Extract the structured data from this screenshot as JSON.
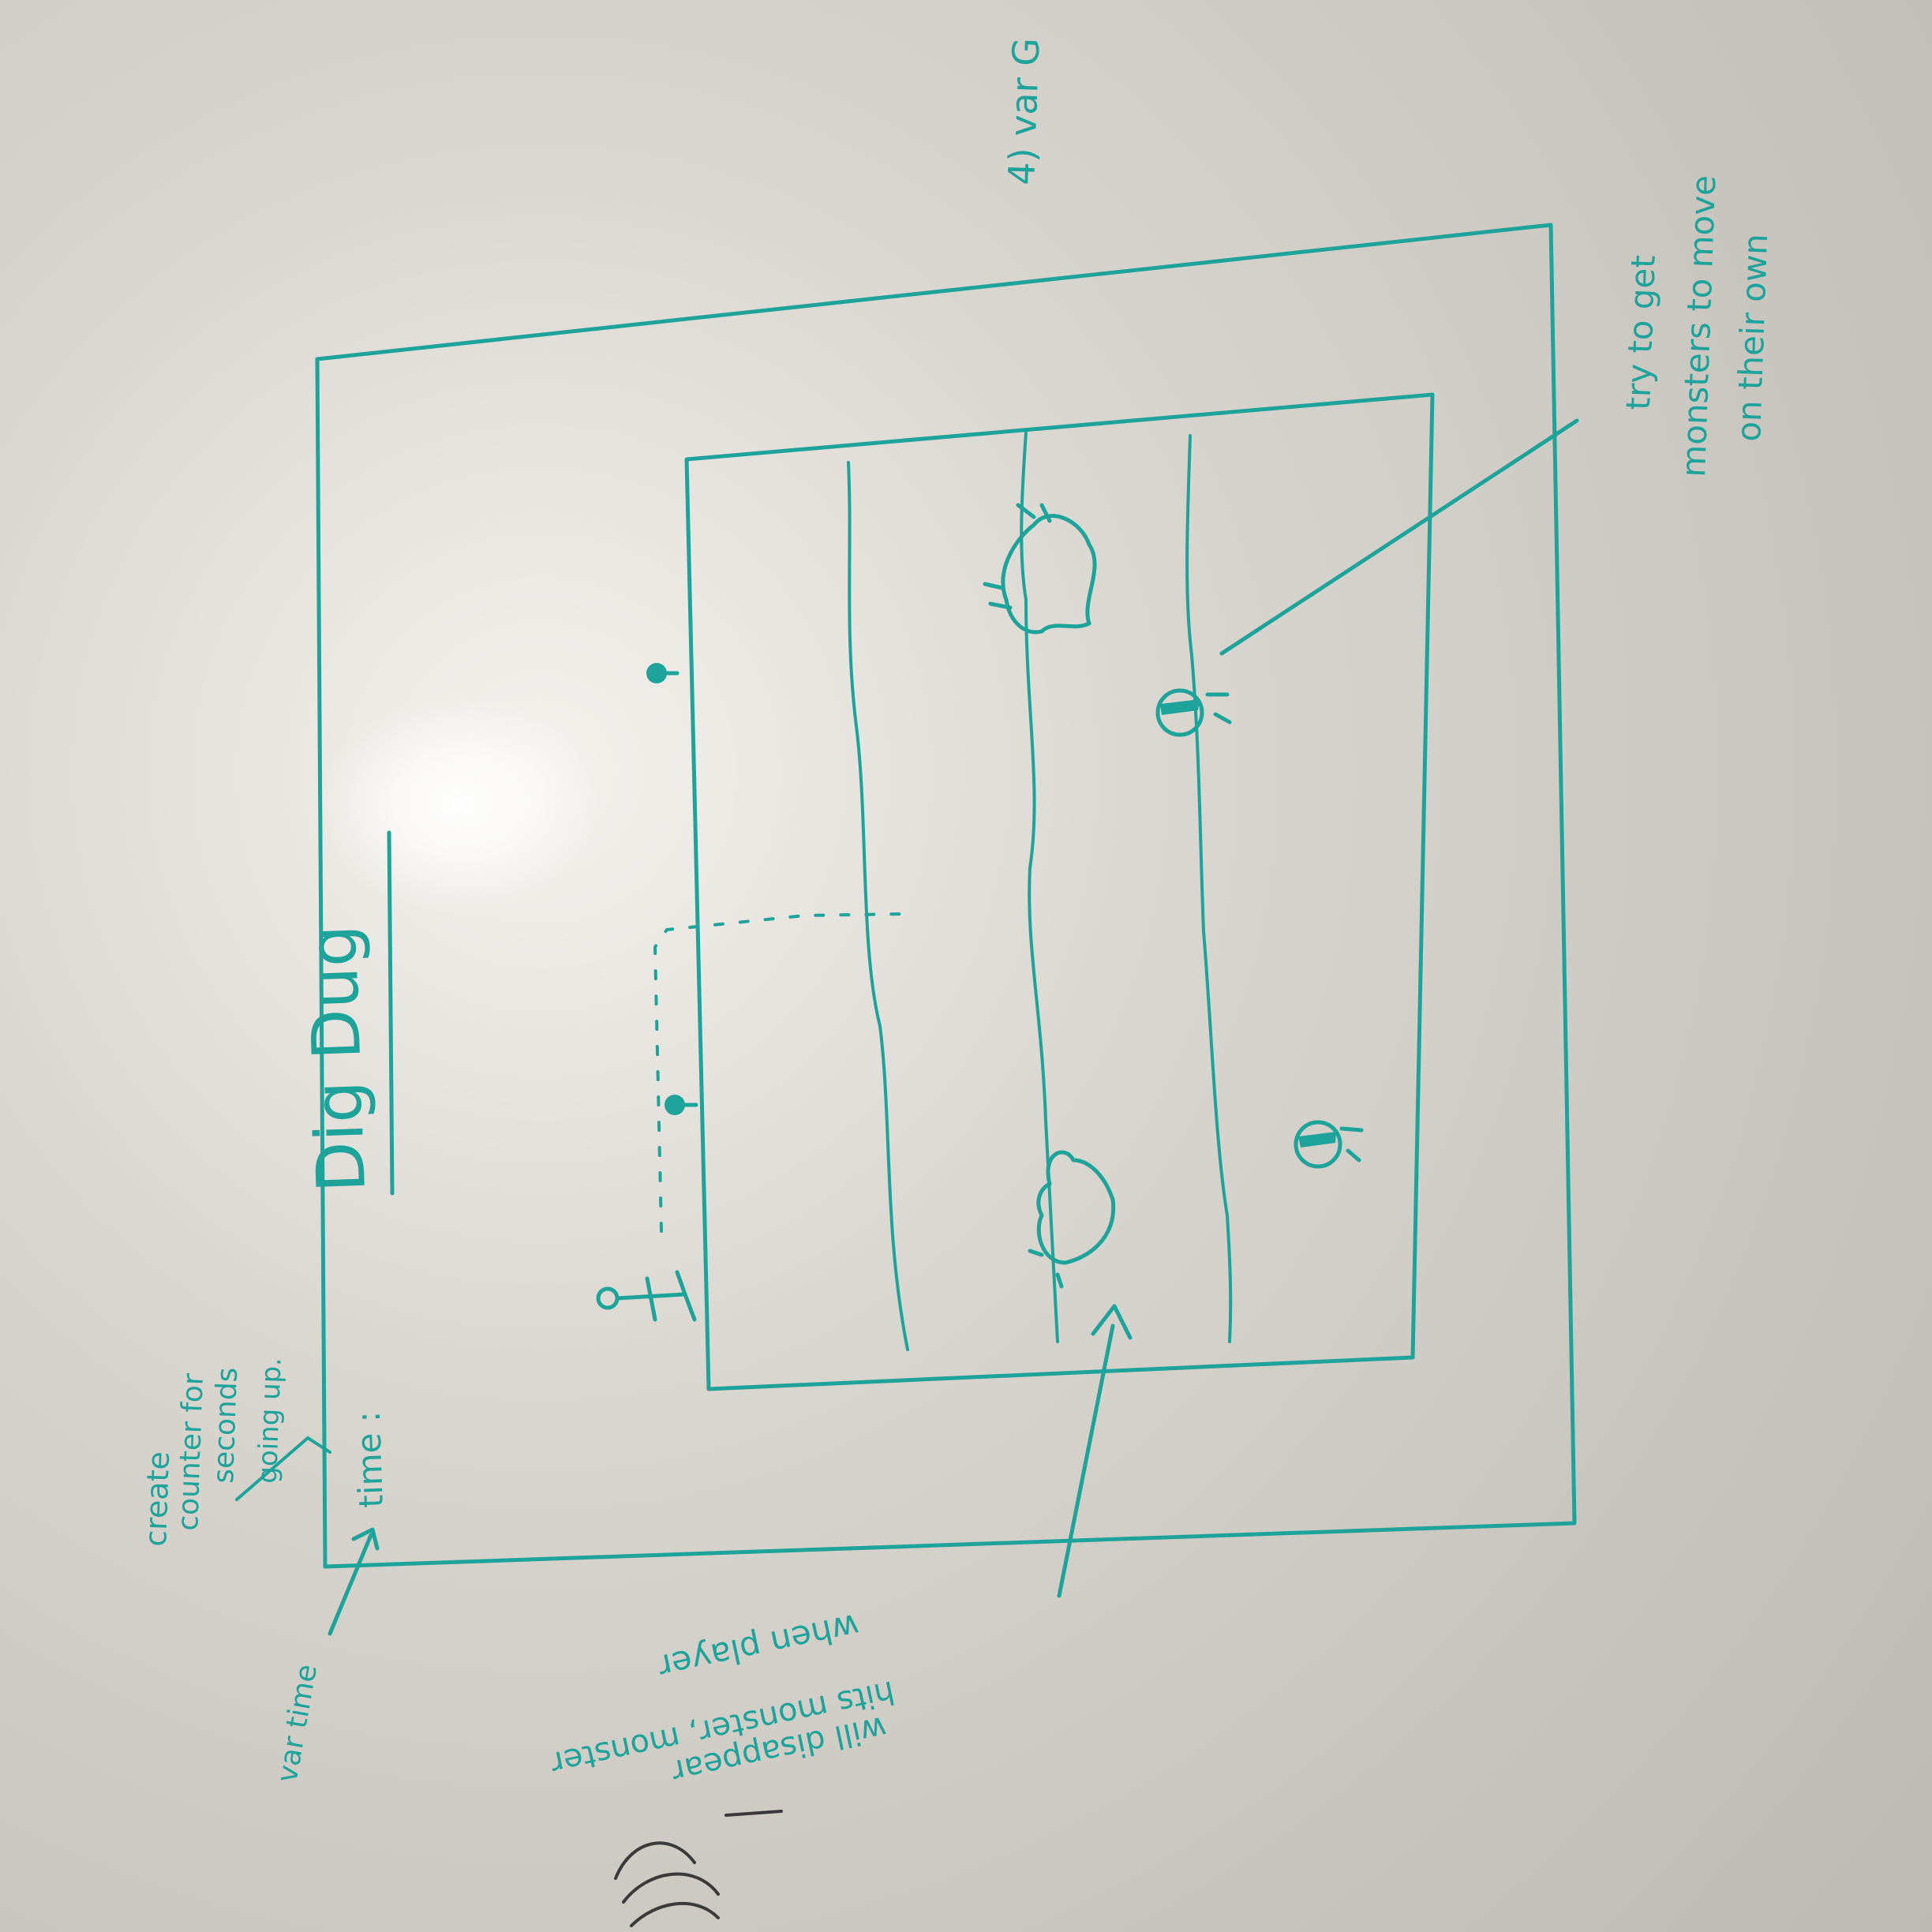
{
  "title": "Dig Dug",
  "time_label": "time :",
  "notes": {
    "top_right_partial": "4) var G",
    "var_time": "var time",
    "counter_note": [
      "create",
      "counter for",
      "seconds",
      "going up."
    ],
    "monster_move_note": [
      "try to get",
      "monsters to move",
      "on their own"
    ],
    "hit_note": [
      "when player",
      "hits monster, monster",
      "will disappear"
    ]
  },
  "colors": {
    "marker": "#1ea39a",
    "board": "#d9d6d0"
  }
}
